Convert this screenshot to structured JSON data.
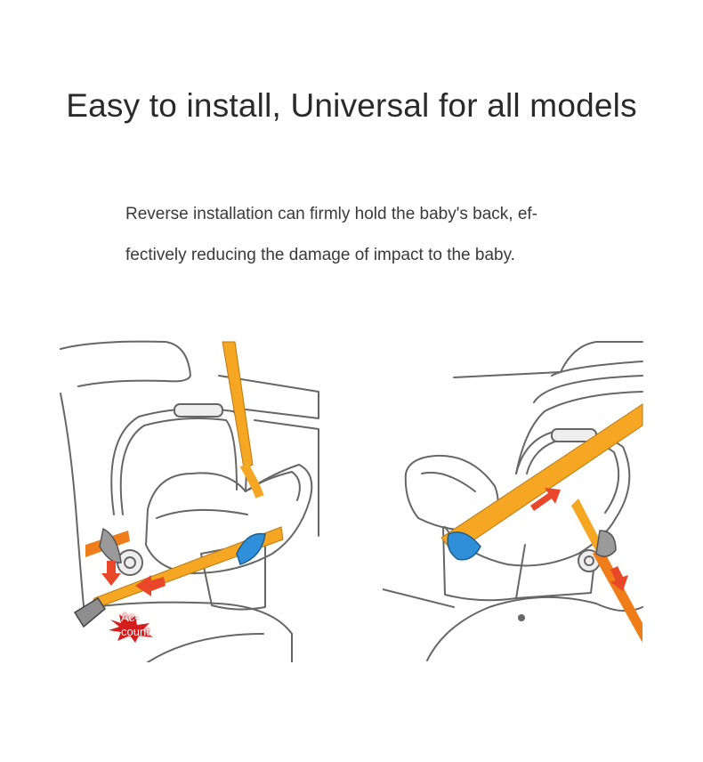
{
  "headline": "Easy to install, Universal for all models",
  "description": {
    "line1": "Reverse installation can firmly hold the baby's back, ef-",
    "line2": "fectively reducing the damage of impact to the baby."
  },
  "watermark": {
    "line1": "Ac-",
    "line2": "count"
  },
  "colors": {
    "belt": "#f5a623",
    "belt_lower": "#ef7d1a",
    "clip": "#2f8fd8",
    "arrow": "#e8472a",
    "outline": "#666666"
  },
  "icons": [
    "car-seat-illustration",
    "seatbelt-arrow-icon",
    "belt-clip-icon"
  ]
}
